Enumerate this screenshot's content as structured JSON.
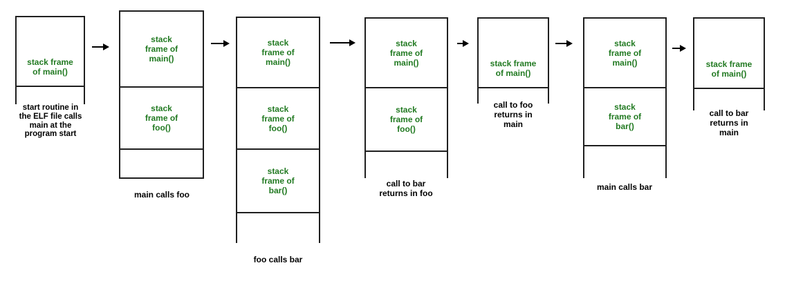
{
  "diagram": {
    "description": "Evolution of the call stack: main calls foo, foo calls bar, returns, then main calls bar and returns",
    "colors": {
      "frame_label": "#227a22",
      "caption_text": "#000000",
      "border": "#1f1f1f",
      "background": "#ffffff",
      "arrow": "#000000"
    }
  },
  "stacks": [
    {
      "frames": [
        "stack frame\nof main()"
      ],
      "caption": "start routine in\nthe ELF file calls\nmain at the\nprogram start"
    },
    {
      "frames": [
        "stack\nframe of\nmain()",
        "stack\nframe of\nfoo()"
      ],
      "caption": "main calls foo"
    },
    {
      "frames": [
        "stack\nframe of\nmain()",
        "stack\nframe of\nfoo()",
        "stack\nframe of\nbar()"
      ],
      "caption": "foo calls bar"
    },
    {
      "frames": [
        "stack\nframe of\nmain()",
        "stack\nframe of\nfoo()"
      ],
      "caption": "call to bar\nreturns in foo"
    },
    {
      "frames": [
        "stack frame\nof main()"
      ],
      "caption": "call to foo\nreturns in\nmain"
    },
    {
      "frames": [
        "stack\nframe of\nmain()",
        "stack\nframe of\nbar()"
      ],
      "caption": "main calls bar"
    },
    {
      "frames": [
        "stack frame\nof main()"
      ],
      "caption": "call to bar\nreturns in\nmain"
    }
  ]
}
